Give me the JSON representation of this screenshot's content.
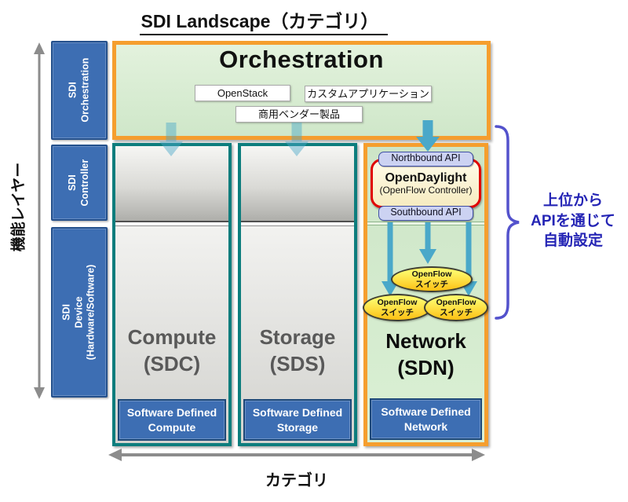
{
  "title": "SDI Landscape（カテゴリ）",
  "axes": {
    "y_label": "機能レイヤー",
    "x_label": "カテゴリ"
  },
  "layers": [
    {
      "label": "SDI\nOrchestration"
    },
    {
      "label": "SDI\nController"
    },
    {
      "label": "SDI\nDevice\n(Hardware/Software)"
    }
  ],
  "orchestration": {
    "title": "Orchestration",
    "items": [
      "OpenStack",
      "カスタムアプリケーション",
      "商用ベンダー製品"
    ]
  },
  "columns": [
    {
      "label": "Compute\n(SDC)",
      "footer": "Software Defined\nCompute"
    },
    {
      "label": "Storage\n(SDS)",
      "footer": "Software  Defined\nStorage"
    },
    {
      "label": "Network\n(SDN)",
      "footer": "Software Defined\nNetwork"
    }
  ],
  "network": {
    "northbound_api": "Northbound API",
    "controller_name": "OpenDaylight",
    "controller_subtitle": "(OpenFlow Controller)",
    "southbound_api": "Southbound API",
    "switches": [
      "OpenFlow\nスイッチ",
      "OpenFlow\nスイッチ",
      "OpenFlow\nスイッチ"
    ]
  },
  "annotation": {
    "text": "上位から\nAPIを通じて\n自動設定"
  },
  "colors": {
    "orange": "#f59e2e",
    "teal": "#0d7d7d",
    "blue_box": "#3d6eb3",
    "blue_box_border": "#24508c",
    "arrow_teal": "#4aa8c9",
    "red": "#e00000",
    "api_fill": "#ccd2f2",
    "api_border": "#3f4fa5",
    "yellow_top": "#fef667",
    "yellow_bottom": "#fdc013",
    "annotation_blue": "#2525b5",
    "brace_purple": "#5352cc",
    "gray_arrow": "#8c8c8c",
    "label_gray": "#595959"
  }
}
